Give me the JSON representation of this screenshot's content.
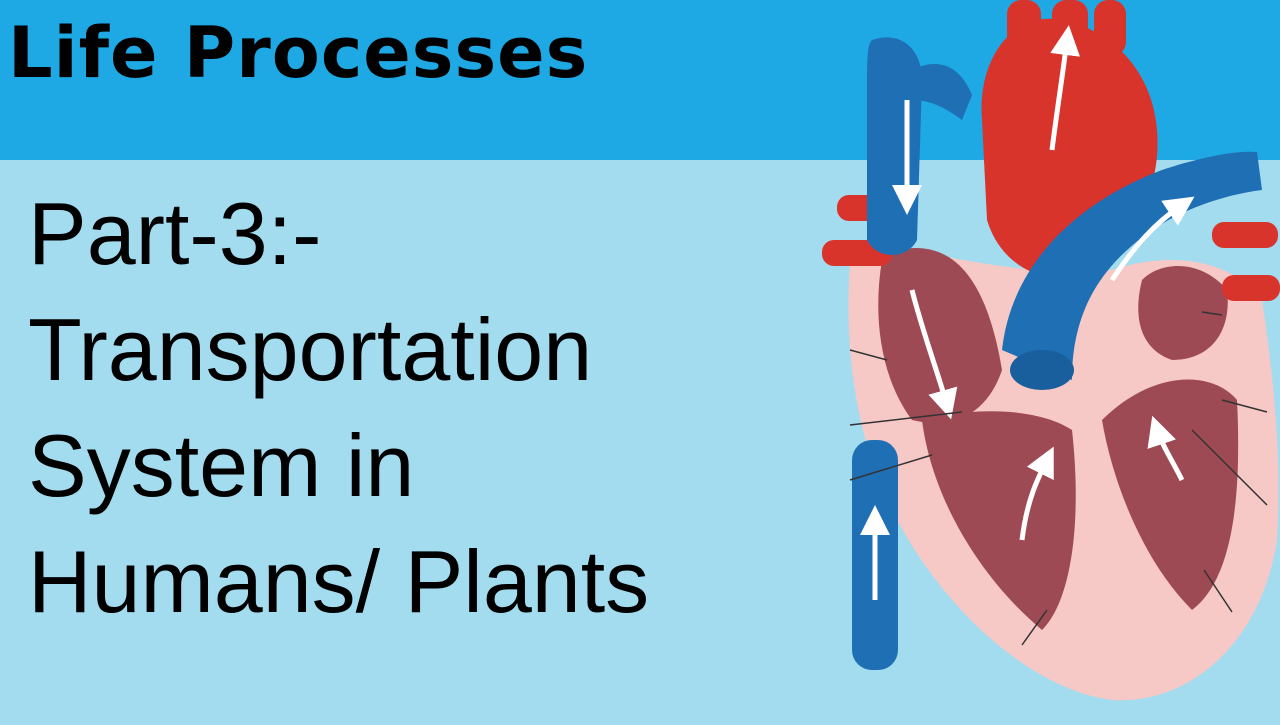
{
  "header": {
    "title": "Life Processes"
  },
  "subtitle": {
    "lines": [
      "Part-3:-",
      "Transportation",
      "System in",
      "Humans/ Plants"
    ]
  },
  "illustration": {
    "icon": "human-heart-diagram-icon"
  },
  "colors": {
    "background": "#a3dbef",
    "header_band": "#1ea8e4",
    "text": "#000000",
    "vessel_blue": "#1f6fb5",
    "vessel_red": "#d8342c",
    "heart_chamber": "#9e4a55",
    "heart_outer": "#f6c9c6"
  }
}
